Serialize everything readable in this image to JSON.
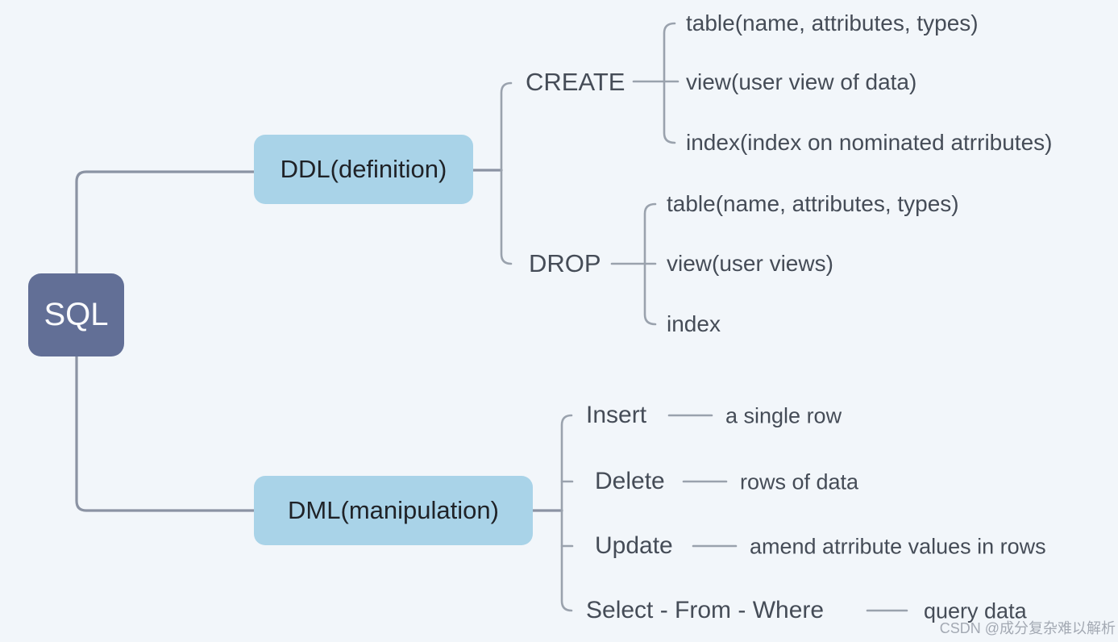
{
  "page": {
    "background": "#F2F6FA"
  },
  "colors": {
    "root_box": "#626F96",
    "branch_box": "#A9D3E8",
    "root_text": "#FAFBFD",
    "box_text": "#1F2227",
    "node_text": "#454C57",
    "connector_primary": "#8B93A3",
    "connector_secondary": "#9AA2AD",
    "watermark_text": "#A3A9B3"
  },
  "diagram": {
    "root": {
      "label": "SQL"
    },
    "ddl": {
      "label": "DDL(definition)",
      "create": {
        "label": "CREATE",
        "children": [
          "table(name, attributes, types)",
          "view(user view of data)",
          "index(index on nominated atrributes)"
        ]
      },
      "drop": {
        "label": "DROP",
        "children": [
          "table(name, attributes, types)",
          "view(user views)",
          "index"
        ]
      }
    },
    "dml": {
      "label": "DML(manipulation)",
      "operations": [
        {
          "name": "Insert",
          "desc": "a single row"
        },
        {
          "name": "Delete",
          "desc": "rows of data"
        },
        {
          "name": "Update",
          "desc": "amend atrribute values in rows"
        },
        {
          "name": "Select - From - Where",
          "desc": "query data"
        }
      ]
    }
  },
  "watermark": {
    "text": "CSDN @成分复杂难以解析"
  }
}
